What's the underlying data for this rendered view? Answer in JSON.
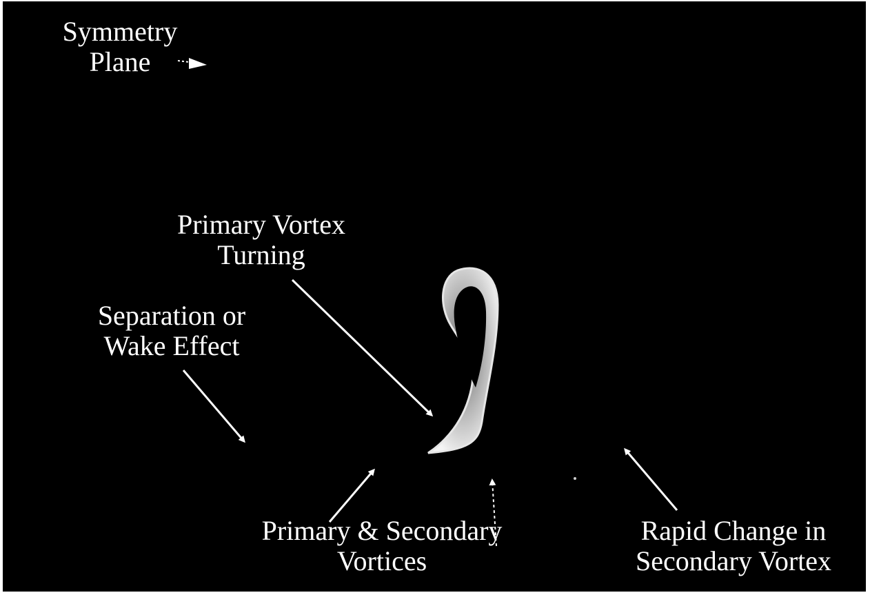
{
  "labels": {
    "symmetry_plane": [
      "Symmetry",
      "Plane"
    ],
    "primary_vortex_turning": [
      "Primary Vortex",
      "Turning"
    ],
    "separation_wake": [
      "Separation or",
      "Wake Effect"
    ],
    "primary_secondary_vortices": [
      "Primary & Secondary",
      "Vortices"
    ],
    "rapid_change": [
      "Rapid Change in",
      "Secondary Vortex"
    ]
  },
  "colors": {
    "background": "#000000",
    "text": "#ffffff",
    "vortex_light": "#f2f2f2",
    "vortex_shade": "#9a9a9a"
  }
}
